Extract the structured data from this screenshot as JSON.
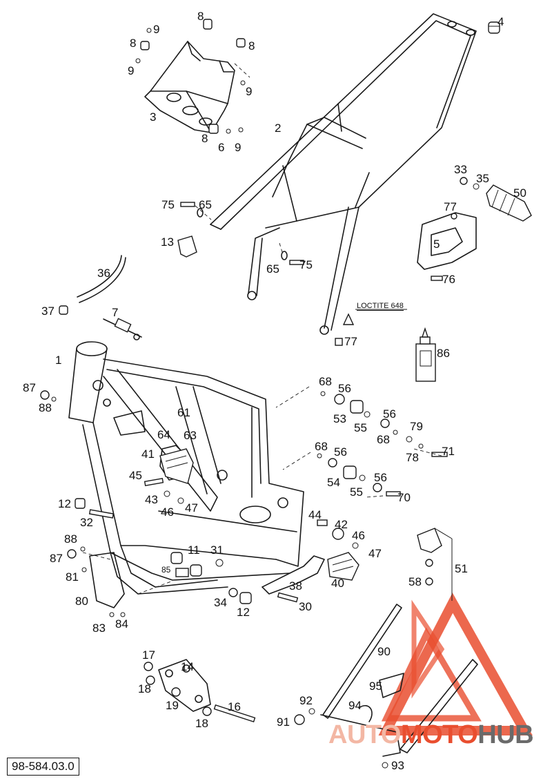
{
  "diagram": {
    "document_code": "98-584.03.0",
    "loctite_label": "LOCTITE 648",
    "watermark": {
      "part1": "AUTO",
      "part2": "MOTO",
      "part3": "HUB"
    },
    "colors": {
      "watermark_red": "#e94e2f",
      "watermark_pale": "#f3b7a4",
      "watermark_gray": "#6a6a6a",
      "line": "#1a1a1a"
    },
    "callouts": [
      "1",
      "2",
      "3",
      "4",
      "5",
      "6",
      "7",
      "8",
      "9",
      "11",
      "12",
      "13",
      "14",
      "16",
      "17",
      "18",
      "19",
      "30",
      "31",
      "32",
      "33",
      "34",
      "35",
      "36",
      "37",
      "38",
      "40",
      "41",
      "42",
      "43",
      "44",
      "45",
      "46",
      "47",
      "50",
      "51",
      "53",
      "54",
      "55",
      "56",
      "58",
      "61",
      "63",
      "64",
      "65",
      "68",
      "70",
      "71",
      "75",
      "76",
      "77",
      "78",
      "79",
      "80",
      "81",
      "83",
      "84",
      "85",
      "86",
      "87",
      "88",
      "90",
      "91",
      "92",
      "93",
      "94",
      "95"
    ]
  }
}
